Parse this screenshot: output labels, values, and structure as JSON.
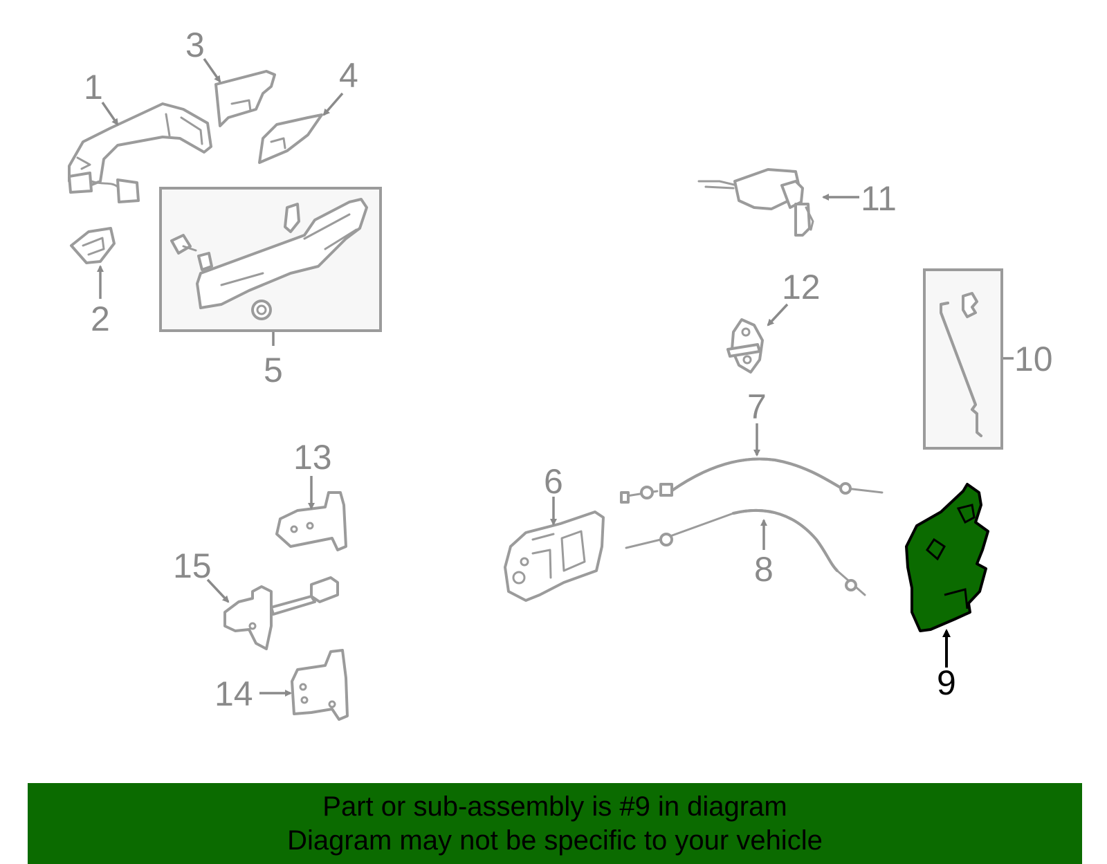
{
  "colors": {
    "highlight_fill": "#0b6b00",
    "banner_bg": "#0b6b00",
    "part_stroke": "#9b9b9b",
    "label_color": "#8a8a8a"
  },
  "labels": {
    "l1": "1",
    "l2": "2",
    "l3": "3",
    "l4": "4",
    "l5": "5",
    "l6": "6",
    "l7": "7",
    "l8": "8",
    "l9": "9",
    "l10": "10",
    "l11": "11",
    "l12": "12",
    "l13": "13",
    "l14": "14",
    "l15": "15"
  },
  "banner": {
    "line1": "Part or sub-assembly is #9 in diagram",
    "line2": "Diagram may not be specific to your vehicle"
  }
}
